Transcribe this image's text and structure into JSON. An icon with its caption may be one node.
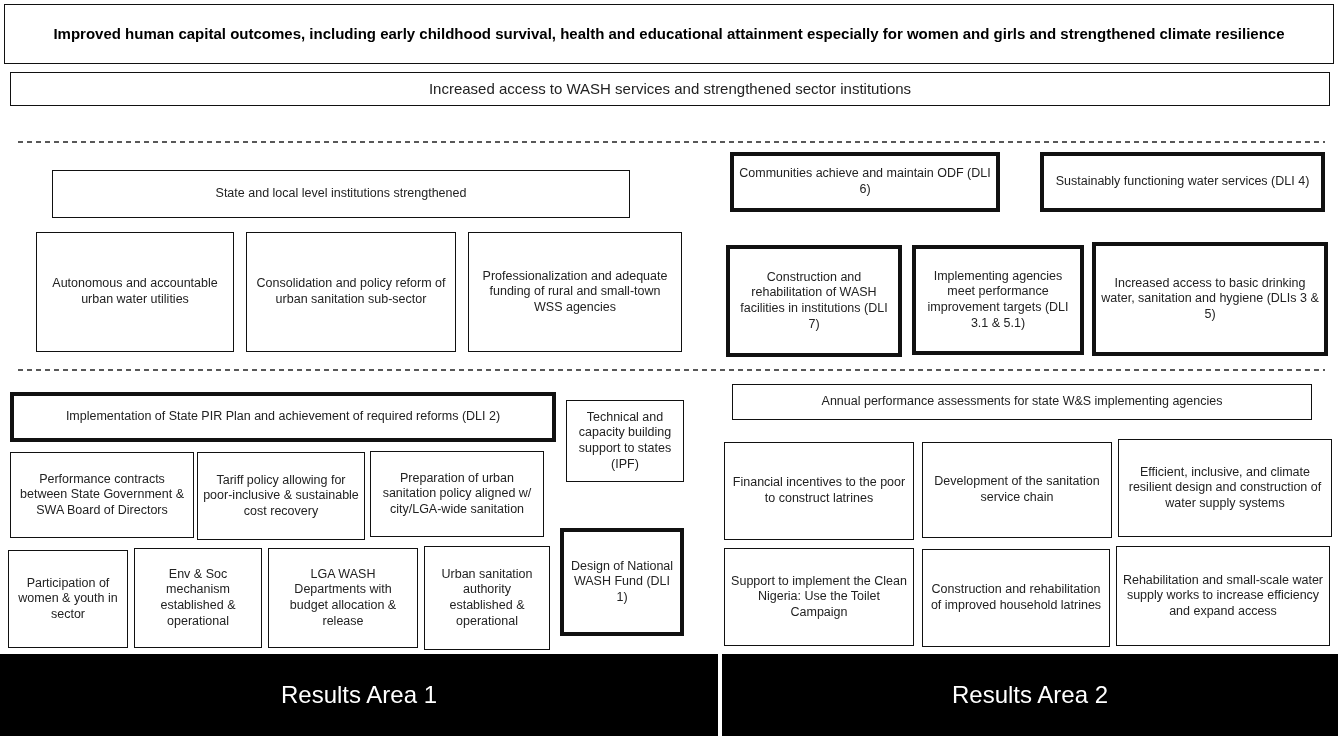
{
  "diagram": {
    "nodes": [
      {
        "text": [
          "Improved human capital outcomes, including early childhood survival, health and educational attainment especially for women and girls and strengthened climate resilience"
        ]
      },
      {
        "text": [
          "Increased access to WASH services and strengthened sector institutions"
        ]
      },
      {
        "text": [
          "State and local level institutions strengthened"
        ]
      },
      {
        "text": [
          "Autonomous and accountable urban water utilities"
        ]
      },
      {
        "text": [
          "Consolidation and policy reform of urban sanitation sub-sector"
        ]
      },
      {
        "text": [
          "Professionalization and adequate funding of rural and small-town WSS agencies"
        ]
      },
      {
        "text": [
          "Communities achieve and maintain ODF (DLI 6)"
        ]
      },
      {
        "text": [
          "Sustainably functioning water services (DLI 4)"
        ]
      },
      {
        "text": [
          "Construction and rehabilitation of WASH facilities in institutions (DLI 7)"
        ]
      },
      {
        "text": [
          "Implementing agencies meet performance improvement targets (DLI 3.1 & 5.1)"
        ]
      },
      {
        "text": [
          "Increased access to basic drinking water, sanitation and hygiene (DLIs 3 & 5)"
        ]
      },
      {
        "text": [
          "Implementation of State PIR Plan and achievement of required reforms (DLI 2)"
        ]
      },
      {
        "text": [
          "Technical and capacity building support to states (IPF)"
        ]
      },
      {
        "text": [
          "Performance contracts between State Government & SWA Board of Directors"
        ]
      },
      {
        "text": [
          "Tariff policy allowing for poor-inclusive & sustainable cost recovery"
        ]
      },
      {
        "text": [
          "Preparation of urban sanitation policy aligned w/ city/LGA-wide sanitation"
        ]
      },
      {
        "text": [
          "Participation of women & youth in sector"
        ]
      },
      {
        "text": [
          "Env & Soc mechanism established & operational"
        ]
      },
      {
        "text": [
          "LGA WASH Departments with budget allocation & release"
        ]
      },
      {
        "text": [
          "Urban sanitation authority established & operational"
        ]
      },
      {
        "text": [
          "Design of National WASH Fund (DLI 1)"
        ]
      },
      {
        "text": [
          "Annual performance assessments for state W&S implementing agencies"
        ]
      },
      {
        "text": [
          "Financial incentives to the poor to construct latrines"
        ]
      },
      {
        "text": [
          "Development of the sanitation service chain"
        ]
      },
      {
        "text": [
          "Efficient, inclusive, and climate resilient design and construction of water supply systems"
        ]
      },
      {
        "text": [
          "Support to implement the Clean Nigeria: Use the Toilet Campaign"
        ]
      },
      {
        "text": [
          "Construction and rehabilitation of improved household latrines"
        ]
      },
      {
        "text": [
          "Rehabilitation and small-scale water supply works to increase efficiency and expand access"
        ]
      },
      {
        "text": [
          "Results Area 1"
        ]
      },
      {
        "text": [
          "Results Area 2"
        ]
      }
    ],
    "edges": []
  }
}
